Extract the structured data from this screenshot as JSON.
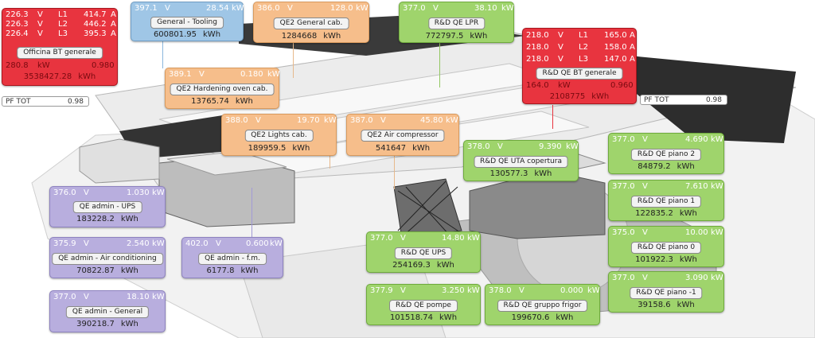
{
  "pf_left": {
    "label": "PF TOT",
    "value": "0.98"
  },
  "pf_right": {
    "label": "PF TOT",
    "value": "0.98"
  },
  "officina": {
    "phases": [
      {
        "v": "226.3",
        "vu": "V",
        "l": "L1",
        "a": "414.7",
        "au": "A"
      },
      {
        "v": "226.3",
        "vu": "V",
        "l": "L2",
        "a": "446.2",
        "au": "A"
      },
      {
        "v": "226.4",
        "vu": "V",
        "l": "L3",
        "a": "395.3",
        "au": "A"
      }
    ],
    "name": "Officina BT generale",
    "power": "280.8",
    "power_unit": "kW",
    "pf": "0.980",
    "energy": "3538427.28",
    "energy_unit": "kWh"
  },
  "rd_bt": {
    "phases": [
      {
        "v": "218.0",
        "vu": "V",
        "l": "L1",
        "a": "165.0",
        "au": "A"
      },
      {
        "v": "218.0",
        "vu": "V",
        "l": "L2",
        "a": "158.0",
        "au": "A"
      },
      {
        "v": "218.0",
        "vu": "V",
        "l": "L3",
        "a": "147.0",
        "au": "A"
      }
    ],
    "name": "R&D QE BT generale",
    "power": "164.0",
    "power_unit": "kW",
    "pf": "0.960",
    "energy": "2108775",
    "energy_unit": "kWh"
  },
  "tooling": {
    "v": "397.1",
    "vu": "V",
    "p": "28.54",
    "pu": "kW",
    "name": "General - Tooling",
    "e": "600801.95",
    "eu": "kWh"
  },
  "qe2_general": {
    "v": "386.0",
    "vu": "V",
    "p": "128.0",
    "pu": "kW",
    "name": "QE2 General cab.",
    "e": "1284668",
    "eu": "kWh"
  },
  "rd_lpr": {
    "v": "377.0",
    "vu": "V",
    "p": "38.10",
    "pu": "kW",
    "name": "R&D QE LPR",
    "e": "772797.5",
    "eu": "kWh"
  },
  "qe2_hardening": {
    "v": "389.1",
    "vu": "V",
    "p": "0.180",
    "pu": "kW",
    "name": "QE2 Hardening oven cab.",
    "e": "13765.74",
    "eu": "kWh"
  },
  "qe2_lights": {
    "v": "388.0",
    "vu": "V",
    "p": "19.70",
    "pu": "kW",
    "name": "QE2 Lights cab.",
    "e": "189959.5",
    "eu": "kWh"
  },
  "qe2_air": {
    "v": "387.0",
    "vu": "V",
    "p": "45.80",
    "pu": "kW",
    "name": "QE2 Air compressor",
    "e": "541647",
    "eu": "kWh"
  },
  "rd_uta": {
    "v": "378.0",
    "vu": "V",
    "p": "9.390",
    "pu": "kW",
    "name": "R&D QE UTA copertura",
    "e": "130577.3",
    "eu": "kWh"
  },
  "rd_piano2": {
    "v": "377.0",
    "vu": "V",
    "p": "4.690",
    "pu": "kW",
    "name": "R&D QE piano 2",
    "e": "84879.2",
    "eu": "kWh"
  },
  "rd_piano1": {
    "v": "377.0",
    "vu": "V",
    "p": "7.610",
    "pu": "kW",
    "name": "R&D QE piano 1",
    "e": "122835.2",
    "eu": "kWh"
  },
  "rd_piano0": {
    "v": "375.0",
    "vu": "V",
    "p": "10.00",
    "pu": "kW",
    "name": "R&D QE piano 0",
    "e": "101922.3",
    "eu": "kWh"
  },
  "rd_pianom1": {
    "v": "377.0",
    "vu": "V",
    "p": "3.090",
    "pu": "kW",
    "name": "R&D QE piano -1",
    "e": "39158.6",
    "eu": "kWh"
  },
  "admin_ups": {
    "v": "376.0",
    "vu": "V",
    "p": "1.030",
    "pu": "kW",
    "name": "QE admin - UPS",
    "e": "183228.2",
    "eu": "kWh"
  },
  "admin_air": {
    "v": "375.9",
    "vu": "V",
    "p": "2.540",
    "pu": "kW",
    "name": "QE admin - Air conditioning",
    "e": "70822.87",
    "eu": "kWh"
  },
  "admin_fm": {
    "v": "402.0",
    "vu": "V",
    "p": "0.600",
    "pu": "kW",
    "name": "QE admin - f.m.",
    "e": "6177.8",
    "eu": "kWh"
  },
  "admin_general": {
    "v": "377.0",
    "vu": "V",
    "p": "18.10",
    "pu": "kW",
    "name": "QE admin - General",
    "e": "390218.7",
    "eu": "kWh"
  },
  "rd_ups": {
    "v": "377.0",
    "vu": "V",
    "p": "14.80",
    "pu": "kW",
    "name": "R&D QE UPS",
    "e": "254169.3",
    "eu": "kWh"
  },
  "rd_pompe": {
    "v": "377.9",
    "vu": "V",
    "p": "3.250",
    "pu": "kW",
    "name": "R&D QE pompe",
    "e": "101518.74",
    "eu": "kWh"
  },
  "rd_frigor": {
    "v": "378.0",
    "vu": "V",
    "p": "0.000",
    "pu": "kW",
    "name": "R&D QE gruppo frigor",
    "e": "199670.6",
    "eu": "kWh"
  }
}
